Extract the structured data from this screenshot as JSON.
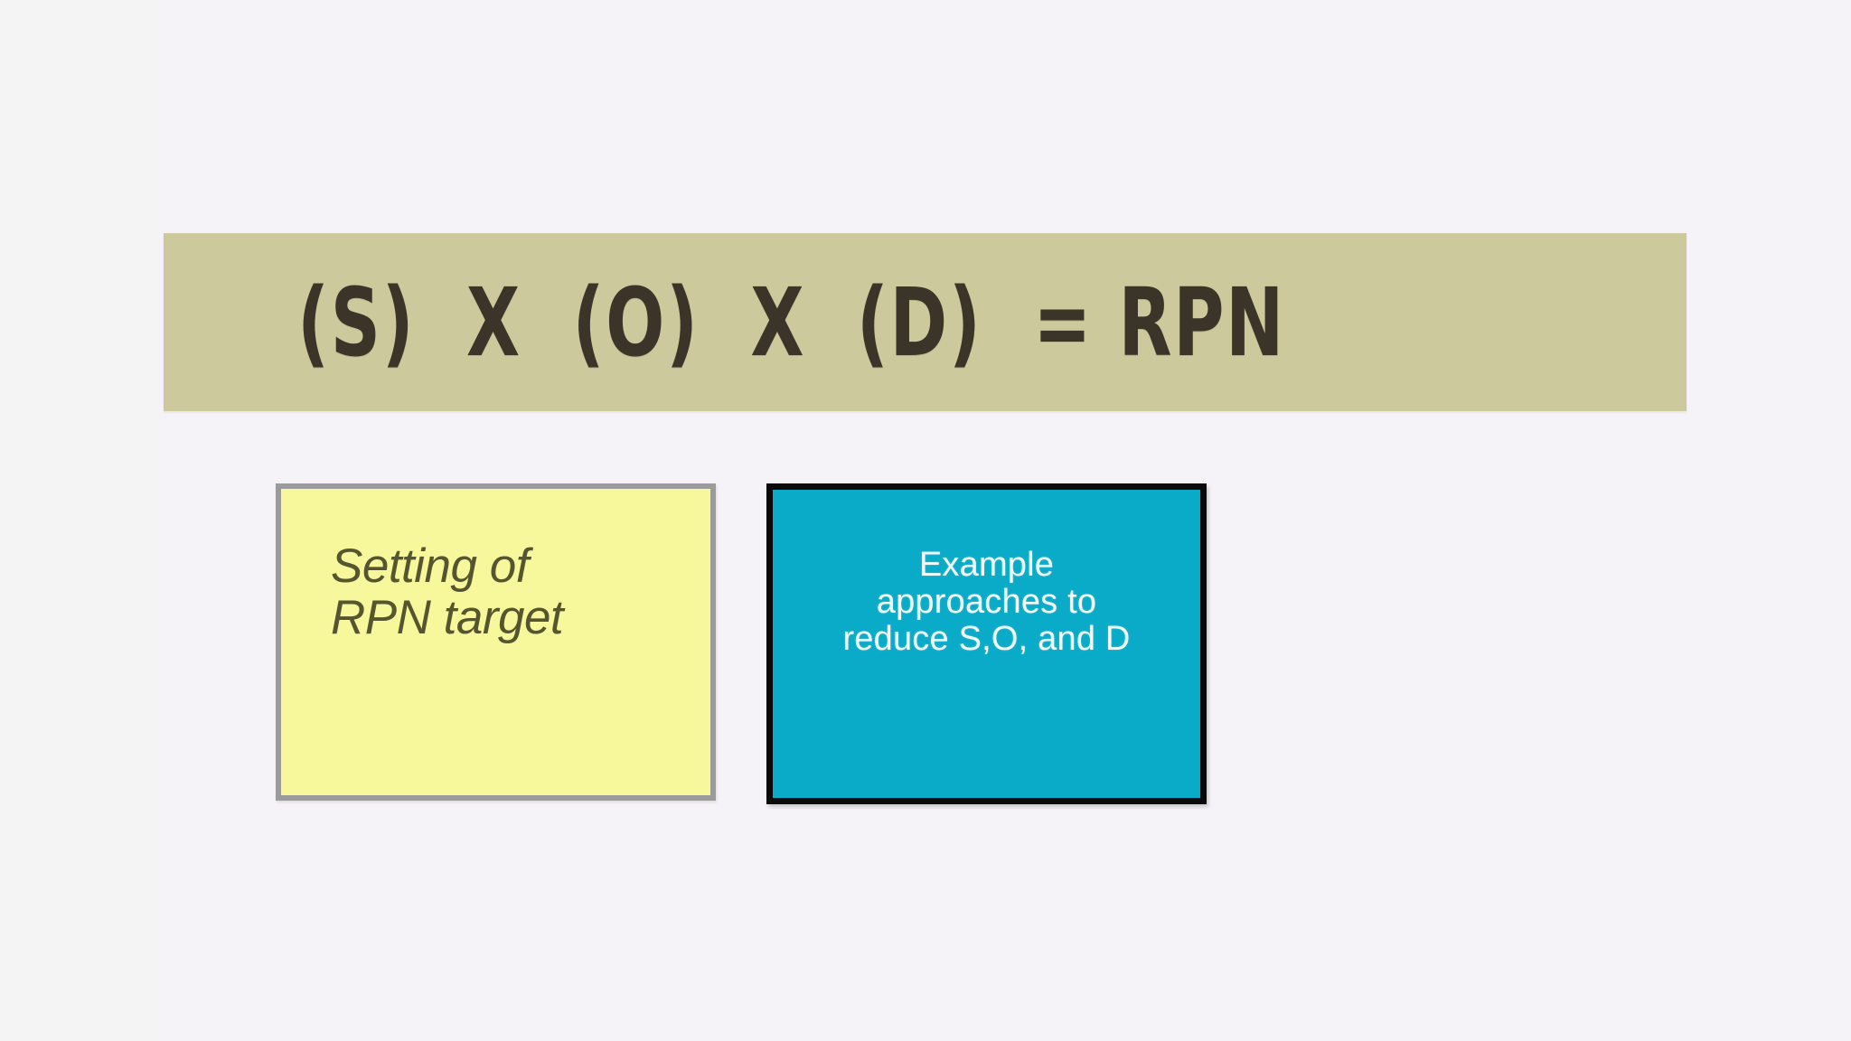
{
  "slide": {
    "background_color": "#f4f4f5",
    "panel_color": "#f5f3f7"
  },
  "banner": {
    "name": "rpn-formula-banner",
    "background_color": "#ccc99c",
    "text_color": "#3a3528",
    "formula": "(S)  X  (O)  X  (D)  = RPN",
    "terms": [
      "(S)",
      "X",
      "(O)",
      "X",
      "(D)",
      "=",
      "RPN"
    ]
  },
  "boxes": [
    {
      "id": "rpn-target",
      "label": "Setting of\nRPN target",
      "lines": [
        "Setting of",
        "RPN target"
      ],
      "fill_color": "#f7f79c",
      "border_color": "#9b9b9b",
      "text_color": "#55552f"
    },
    {
      "id": "reduce-approaches",
      "label": "Example\napproaches to\nreduce S,O, and D",
      "lines": [
        "Example",
        "approaches to",
        "reduce S,O, and D"
      ],
      "fill_color": "#0aabc8",
      "border_color": "#0a0a0a",
      "text_color": "#f2fbfc"
    }
  ]
}
